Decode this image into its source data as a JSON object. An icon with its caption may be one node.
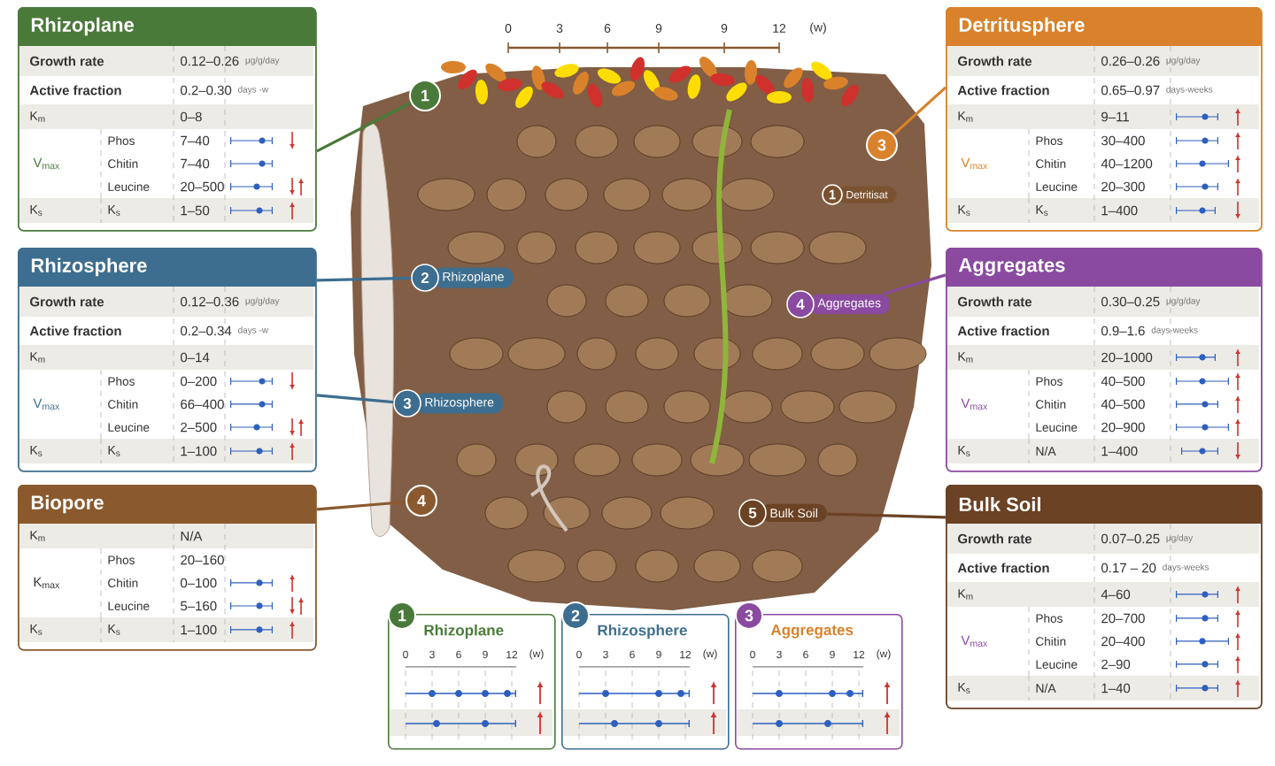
{
  "diagram": {
    "nodes": [
      {
        "text": [
          "Rhizoplane",
          "Growth rate",
          "0.12–0.26",
          "μg/g/day",
          "Active fraction",
          "0.2–0.30",
          "days -w",
          "K$_{m}$",
          "0–8",
          "V$_{max}$",
          "Phos",
          "7–40",
          "Chitin",
          "7–40",
          "Leucine",
          "20–500",
          "K$_{s}$",
          "K$_{s}$",
          "1–50"
        ]
      },
      {
        "text": [
          "Rhizosphere",
          "Growth rate",
          "0.12–0.36",
          "μg/g/day",
          "Active fraction",
          "0.2–0.34",
          "days -w",
          "K$_{m}$",
          "0–14",
          "V$_{max}$",
          "Phos",
          "0–200",
          "Chitin",
          "66–400",
          "Leucine",
          "2–500",
          "K$_{s}$",
          "K$_{s}$",
          "1–100"
        ]
      },
      {
        "text": [
          "Biopore",
          "K$_{m}$",
          "N/A",
          "K$_{max}$",
          "Phos",
          "20–160",
          "Chitin",
          "0–100",
          "Leucine",
          "5–160",
          "K$_{s}$",
          "K$_{s}$",
          "1–100"
        ]
      },
      {
        "text": [
          "Detritusphere",
          "Growth rate",
          "0.26–0.26",
          "μg/g/day",
          "Active fraction",
          "0.65–0.97",
          "days-weeks",
          "K$_{m}$",
          "9–11",
          "V$_{max}$",
          "Phos",
          "30–400",
          "Chitin",
          "40–1200",
          "Leucine",
          "20–300",
          "K$_{s}$",
          "K$_{s}$",
          "1–400"
        ]
      },
      {
        "text": [
          "Aggregates",
          "Growth rate",
          "0.30–0.25",
          "μg/g/day",
          "Active fraction",
          "0.9–1.6",
          "days-weeks",
          "K$_{m}$",
          "20–1000",
          "V$_{max}$",
          "Phos",
          "40–500",
          "Chitin",
          "40–500",
          "Leucine",
          "20–900",
          "K$_{s}$",
          "N/A",
          "1–400"
        ]
      },
      {
        "text": [
          "Bulk Soil",
          "Growth rate",
          "0.07–0.25",
          "μg/day",
          "Active fraction",
          "0.17 – 20",
          "days-weeks",
          "K$_{m}$",
          "4–60",
          "V$_{max}$",
          "Phos",
          "20–700",
          "Chitin",
          "20–400",
          "Leucine",
          "2–90",
          "K$_{s}$",
          "N/A",
          "1–40"
        ]
      },
      {
        "text": [
          "1"
        ]
      },
      {
        "text": [
          "3"
        ]
      },
      {
        "text": [
          "1",
          "Detritisat"
        ]
      },
      {
        "text": [
          "2",
          "Rhizoplane"
        ]
      },
      {
        "text": [
          "3",
          "Rhizosphere"
        ]
      },
      {
        "text": [
          "4",
          "Aggregates"
        ]
      },
      {
        "text": [
          "4"
        ]
      },
      {
        "text": [
          "5",
          "Bulk Soil"
        ]
      },
      {
        "text": [
          "1",
          "Rhizoplane",
          "0",
          "3",
          "6",
          "9",
          "12",
          "(w)"
        ]
      },
      {
        "text": [
          "2",
          "Rhizosphere",
          "0",
          "3",
          "6",
          "9",
          "12",
          "(w)"
        ]
      },
      {
        "text": [
          "3",
          "Aggregates",
          "0",
          "3",
          "6",
          "9",
          "12",
          "(w)"
        ]
      }
    ],
    "edges": [
      {
        "from": 0,
        "to": 6,
        "arrow": "none",
        "color": "#4a7a3a"
      },
      {
        "from": 1,
        "to": 9,
        "arrow": "none",
        "color": "#3d6e8f"
      },
      {
        "from": 1,
        "to": 10,
        "arrow": "none",
        "color": "#3d6e8f"
      },
      {
        "from": 2,
        "to": 12,
        "arrow": "none",
        "color": "#8a5a2e"
      },
      {
        "from": 3,
        "to": 7,
        "arrow": "none",
        "color": "#d9822b"
      },
      {
        "from": 4,
        "to": 11,
        "arrow": "none",
        "color": "#8a4aa0"
      },
      {
        "from": 5,
        "to": 13,
        "arrow": "none",
        "color": "#6b4224"
      }
    ],
    "labels": [
      "0",
      "3",
      "6",
      "9",
      "9",
      "12",
      "(w)"
    ]
  }
}
